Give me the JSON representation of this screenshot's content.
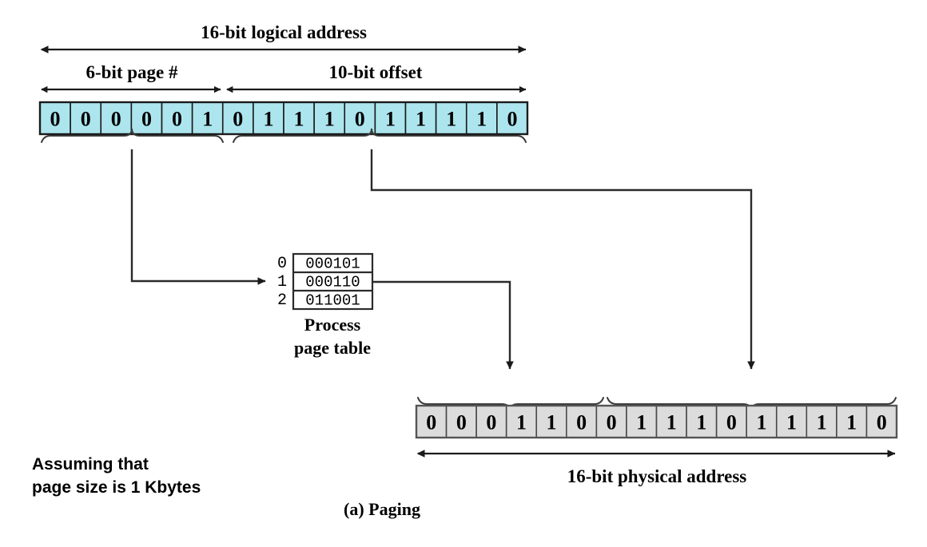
{
  "figure": {
    "caption": "(a) Paging",
    "note_line1": "Assuming that",
    "note_line2": "page size is 1 Kbytes"
  },
  "logical": {
    "title": "16-bit logical address",
    "field_page_label": "6-bit page #",
    "field_offset_label": "10-bit offset",
    "bits": [
      "0",
      "0",
      "0",
      "0",
      "0",
      "1",
      "0",
      "1",
      "1",
      "1",
      "0",
      "1",
      "1",
      "1",
      "1",
      "0"
    ],
    "page_bits": [
      "0",
      "0",
      "0",
      "0",
      "0",
      "1"
    ],
    "offset_bits": [
      "0",
      "1",
      "1",
      "1",
      "0",
      "1",
      "1",
      "1",
      "1",
      "0"
    ],
    "cell_fill": "#ace5ee"
  },
  "page_table": {
    "title_line1": "Process",
    "title_line2": "page table",
    "indices": [
      "0",
      "1",
      "2"
    ],
    "entries": [
      "000101",
      "000110",
      "011001"
    ],
    "selected_index": 1
  },
  "physical": {
    "title": "16-bit physical address",
    "bits": [
      "0",
      "0",
      "0",
      "1",
      "1",
      "0",
      "0",
      "1",
      "1",
      "1",
      "0",
      "1",
      "1",
      "1",
      "1",
      "0"
    ],
    "frame_bits": [
      "0",
      "0",
      "0",
      "1",
      "1",
      "0"
    ],
    "offset_bits": [
      "0",
      "1",
      "1",
      "1",
      "0",
      "1",
      "1",
      "1",
      "1",
      "0"
    ],
    "cell_fill": "#dcdcdc"
  },
  "icons": {
    "arrow_left_right": "double-headed-arrow",
    "arrow_down": "down-arrow",
    "arrow_right": "right-arrow",
    "brace": "curly-brace-down"
  }
}
